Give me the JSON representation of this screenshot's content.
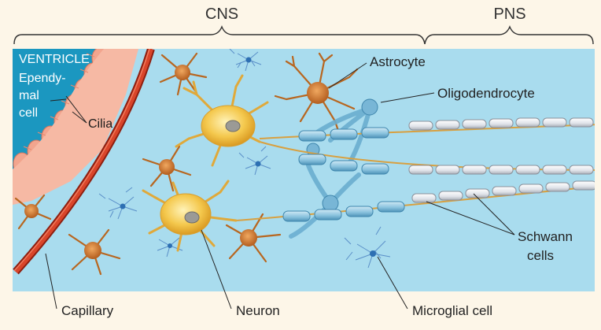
{
  "regions": {
    "cns": "CNS",
    "pns": "PNS"
  },
  "labels": {
    "ventricle": "VENTRICLE",
    "ependymal_1": "Ependy-",
    "ependymal_2": "mal",
    "ependymal_3": "cell",
    "cilia": "Cilia",
    "astrocyte": "Astrocyte",
    "oligodendrocyte": "Oligodendrocyte",
    "schwann_1": "Schwann",
    "schwann_2": "cells",
    "capillary": "Capillary",
    "neuron": "Neuron",
    "microglial": "Microglial cell"
  },
  "colors": {
    "background": "#a9dcee",
    "ventricle": "#1b97c0",
    "ependymal": "#f2a58e",
    "capillary": "#c8321b",
    "neuron": "#f2c44a",
    "astrocyte": "#c9742c",
    "myelin_cns": "#7bbad8",
    "schwann": "#e4e6ea",
    "microglia": "#2d6fb3"
  }
}
